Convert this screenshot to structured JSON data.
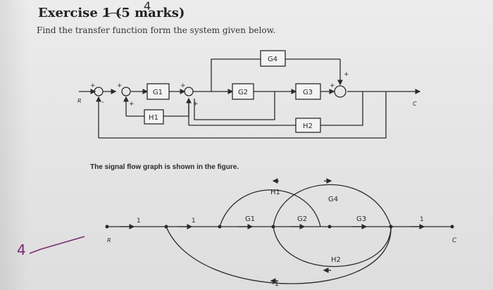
{
  "header": {
    "title": "Exercise 1 (5 marks)",
    "score_scribble": "4",
    "instruction": "Find the transfer function form the system given below."
  },
  "block_diagram": {
    "input": "R",
    "output": "C",
    "blocks": {
      "g1": "G1",
      "g2": "G2",
      "g3": "G3",
      "g4": "G4",
      "h1": "H1",
      "h2": "H2"
    },
    "signs": {
      "plus": "+",
      "minus": "-"
    }
  },
  "caption": "The signal flow graph is shown in the figure.",
  "signal_flow_graph": {
    "input": "R",
    "output": "C",
    "forward_gains": [
      "1",
      "1",
      "G1",
      "G2",
      "G3",
      "1"
    ],
    "loop_gains": {
      "h1": "H1",
      "g4": "G4",
      "h2": "H2",
      "minus_one": "-1"
    }
  },
  "annotations": {
    "margin_mark": "4"
  }
}
